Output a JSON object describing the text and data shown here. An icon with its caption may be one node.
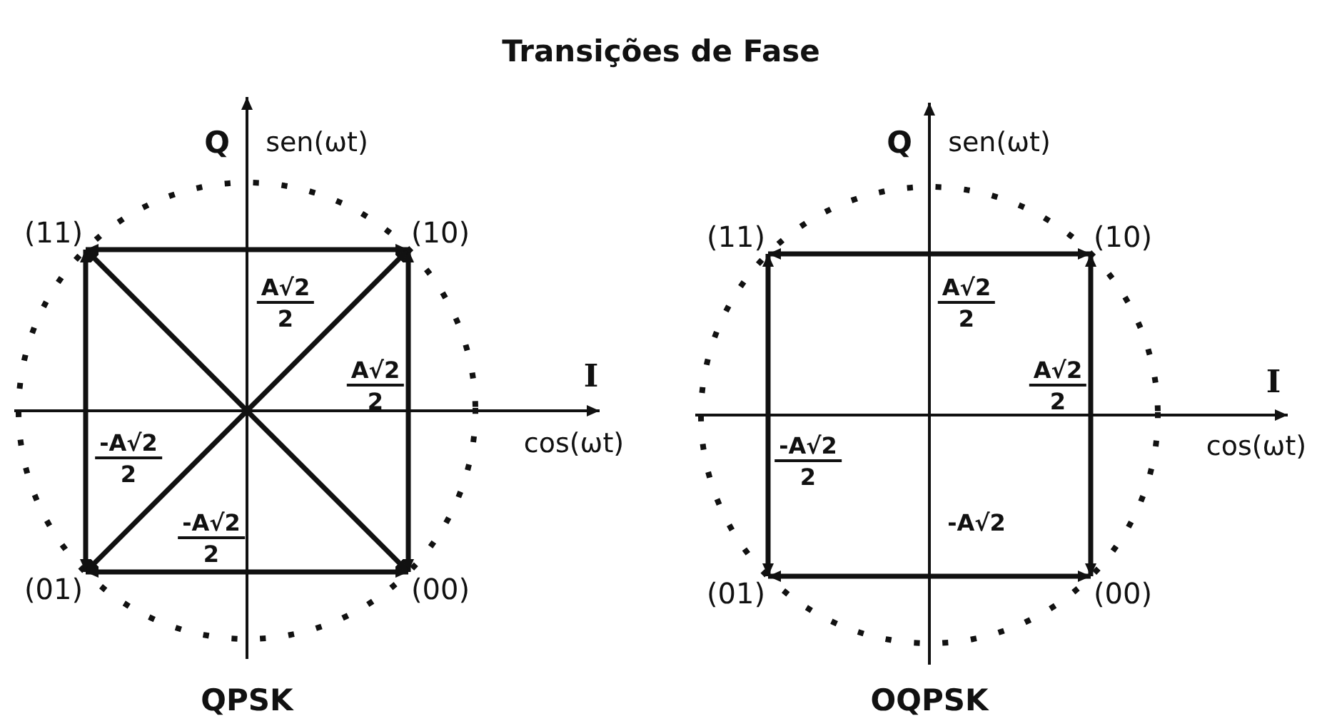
{
  "diagram": {
    "title": "Transições de Fase",
    "nodes": [
      {
        "text": [
          "(11)"
        ]
      },
      {
        "text": [
          "(10)"
        ]
      },
      {
        "text": [
          "(01)"
        ]
      },
      {
        "text": [
          "(00)"
        ]
      },
      {
        "text": [
          "(11)"
        ]
      },
      {
        "text": [
          "(10)"
        ]
      },
      {
        "text": [
          "(01)"
        ]
      },
      {
        "text": [
          "(00)"
        ]
      }
    ],
    "edges": [
      {
        "from": 0,
        "to": 1,
        "arrow": "both"
      },
      {
        "from": 1,
        "to": 3,
        "arrow": "both"
      },
      {
        "from": 3,
        "to": 2,
        "arrow": "both"
      },
      {
        "from": 2,
        "to": 0,
        "arrow": "both"
      },
      {
        "from": 0,
        "to": 3,
        "arrow": "both"
      },
      {
        "from": 1,
        "to": 2,
        "arrow": "both"
      },
      {
        "from": 4,
        "to": 5,
        "arrow": "both"
      },
      {
        "from": 5,
        "to": 7,
        "arrow": "both"
      },
      {
        "from": 7,
        "to": 6,
        "arrow": "both"
      },
      {
        "from": 6,
        "to": 4,
        "arrow": "both"
      }
    ],
    "labels": [
      "Q",
      "sen(ωt)",
      "A√2",
      "2",
      "A√2",
      "2",
      "I",
      "cos(ωt)",
      "-A√2",
      "2",
      "-A√2",
      "2",
      "QPSK",
      "Q",
      "sen(ωt)",
      "A√2",
      "2",
      "A√2",
      "2",
      "I",
      "cos(ωt)",
      "-A√2",
      "2",
      "-A√2",
      "OQPSK"
    ]
  }
}
